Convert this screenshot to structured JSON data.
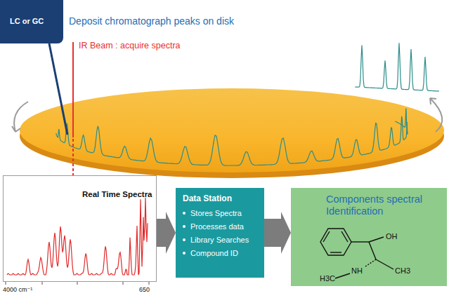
{
  "diagram": {
    "nodes": [
      {
        "text": [
          "LC or GC"
        ]
      },
      {
        "text": [
          "Real Time Spectra"
        ]
      },
      {
        "text": [
          "Data Station",
          "Stores Spectra",
          "Processes data",
          "Library Searches",
          "Compound ID"
        ]
      },
      {
        "text": [
          "Components spectral Identification"
        ]
      }
    ],
    "edges": [
      {
        "from": 1,
        "to": 2,
        "arrow": "to"
      },
      {
        "from": 2,
        "to": 3,
        "arrow": "to"
      }
    ],
    "labels": [
      "Deposit chromatograph peaks on disk",
      "IR Beam : acquire spectra",
      "4000 cm⁻¹",
      "650",
      "OH",
      "H3C",
      "NH",
      "CH3"
    ]
  }
}
